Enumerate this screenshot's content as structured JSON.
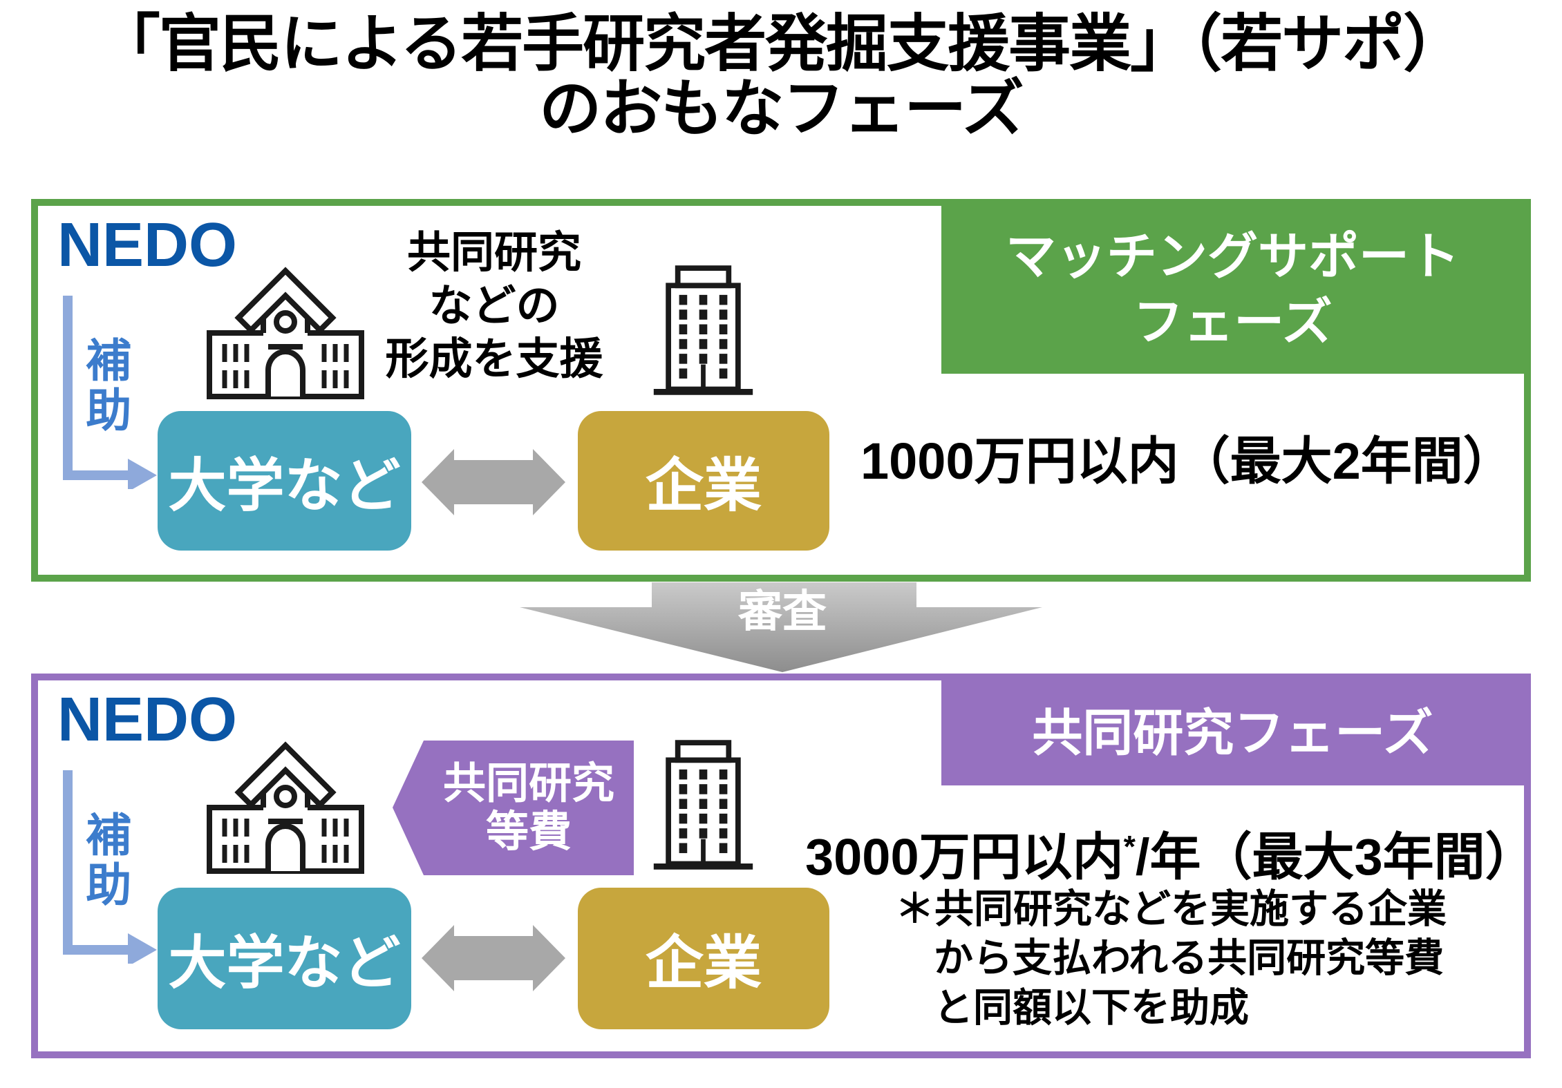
{
  "title": {
    "line1": "「官民による若手研究者発掘支援事業」（若サポ）",
    "line2": "のおもなフェーズ"
  },
  "colors": {
    "green": "#5BA34A",
    "purple": "#9671C0",
    "teal": "#49A6BE",
    "gold": "#C7A63D",
    "nedo-blue": "#0B56A6",
    "hojo-blue": "#3C7CCC",
    "elbow-blue": "#8EA9DB",
    "arrow-gray": "#A8A8A8",
    "review-arrow-gradient-top": "#CACACA",
    "review-arrow-gradient-bottom": "#8D8D8D",
    "ink": "#1A1A1A"
  },
  "phase1": {
    "nedo": "NEDO",
    "subsidy": "補助",
    "support_note": {
      "line1": "共同研究",
      "line2": "などの",
      "line3": "形成を支援"
    },
    "university": "大学など",
    "company": "企業",
    "header": {
      "line1": "マッチングサポート",
      "line2": "フェーズ"
    },
    "amount": "1000万円以内（最大2年間）"
  },
  "review": {
    "label": "審査"
  },
  "phase2": {
    "nedo": "NEDO",
    "subsidy": "補助",
    "fee_label": {
      "line1": "共同研究",
      "line2": "等費"
    },
    "university": "大学など",
    "company": "企業",
    "header": "共同研究フェーズ",
    "amount": {
      "prefix": "3000万円以内",
      "sup": "*",
      "suffix": "/年（最大3年間）"
    },
    "footnote": {
      "line1": "＊共同研究などを実施する企業",
      "line2": "から支払われる共同研究等費",
      "line3": "と同額以下を助成"
    }
  },
  "icons": {
    "school": "school-building-icon",
    "office": "office-building-icon",
    "subsidy_arrow": "elbow-arrow-icon",
    "mutual_arrow": "double-headed-arrow-icon",
    "review_arrow": "down-arrow-icon",
    "fee_arrow": "left-pentagon-arrow-icon"
  }
}
